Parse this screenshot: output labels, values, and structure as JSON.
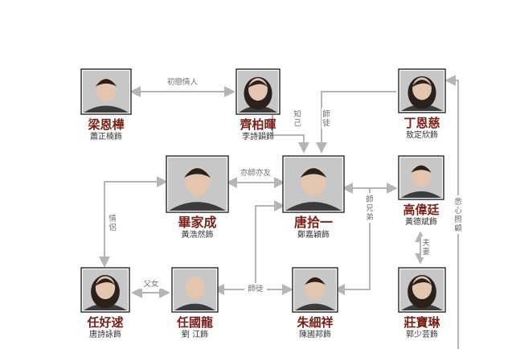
{
  "people": [
    {
      "id": "leung",
      "character": "梁恩樺",
      "actor": "蕭正楠飾",
      "hair": "short"
    },
    {
      "id": "chai",
      "character": "齊柏暉",
      "actor": "李詩韻飾",
      "hair": "long"
    },
    {
      "id": "ting",
      "character": "丁恩慈",
      "actor": "敖定欣飾",
      "hair": "long"
    },
    {
      "id": "bat",
      "character": "畢家成",
      "actor": "黃浩然飾",
      "hair": "short"
    },
    {
      "id": "tong",
      "character": "唐拾一",
      "actor": "鄭嘉穎飾",
      "hair": "short"
    },
    {
      "id": "ko",
      "character": "高偉廷",
      "actor": "黃德斌飾",
      "hair": "short"
    },
    {
      "id": "yam_ho",
      "character": "任好逑",
      "actor": "唐詩詠飾",
      "hair": "long"
    },
    {
      "id": "yam_kwok",
      "character": "任國龍",
      "actor": "劉 江飾",
      "hair": "bald"
    },
    {
      "id": "chu",
      "character": "朱細祥",
      "actor": "陳國邦飾",
      "hair": "short"
    },
    {
      "id": "chong",
      "character": "莊寶琳",
      "actor": "郭少芸飾",
      "hair": "long"
    }
  ],
  "relations": [
    {
      "id": "first_love",
      "label": "初戀情人"
    },
    {
      "id": "confidant",
      "label": "知己"
    },
    {
      "id": "master_pupil_a",
      "label": "師徒"
    },
    {
      "id": "mentor_friend",
      "label": "亦師亦友"
    },
    {
      "id": "senior_brother",
      "label": "師兄弟"
    },
    {
      "id": "lovers",
      "label": "情侶"
    },
    {
      "id": "couple",
      "label": "夫妻"
    },
    {
      "id": "father_daughter",
      "label": "父女"
    },
    {
      "id": "master_pupil_b",
      "label": "師徒"
    },
    {
      "id": "care",
      "label": "悉心照顧"
    }
  ]
}
